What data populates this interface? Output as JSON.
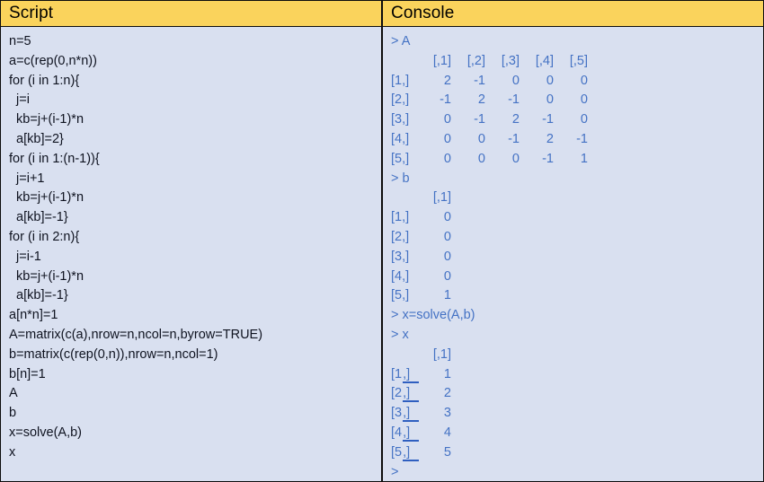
{
  "colors": {
    "header_bg": "#fad35c",
    "panel_bg": "#d9e0f0",
    "border": "#0d0d0d",
    "script_text": "#0f1320",
    "console_text": "#4472c4",
    "underline": "#2f5fc0"
  },
  "script_panel": {
    "title": "Script",
    "lines": [
      "n=5",
      "a=c(rep(0,n*n))",
      "for (i in 1:n){",
      "  j=i",
      "  kb=j+(i-1)*n",
      "  a[kb]=2}",
      "for (i in 1:(n-1)){",
      "  j=i+1",
      "  kb=j+(i-1)*n",
      "  a[kb]=-1}",
      "for (i in 2:n){",
      "  j=i-1",
      "  kb=j+(i-1)*n",
      "  a[kb]=-1}",
      "a[n*n]=1",
      "A=matrix(c(a),nrow=n,ncol=n,byrow=TRUE)",
      "b=matrix(c(rep(0,n)),nrow=n,ncol=1)",
      "b[n]=1",
      "A",
      "b",
      "x=solve(A,b)",
      "x"
    ]
  },
  "console_panel": {
    "title": "Console",
    "blocks": [
      {
        "kind": "prompt",
        "text": "> A"
      },
      {
        "kind": "matrix-header",
        "row_label": "",
        "cells": [
          "[,1]",
          "[,2]",
          "[,3]",
          "[,4]",
          "[,5]"
        ]
      },
      {
        "kind": "matrix-row",
        "row_label": "[1,]",
        "underline": false,
        "cells": [
          "2",
          "-1",
          "0",
          "0",
          "0"
        ]
      },
      {
        "kind": "matrix-row",
        "row_label": "[2,]",
        "underline": false,
        "cells": [
          "-1",
          "2",
          "-1",
          "0",
          "0"
        ]
      },
      {
        "kind": "matrix-row",
        "row_label": "[3,]",
        "underline": false,
        "cells": [
          "0",
          "-1",
          "2",
          "-1",
          "0"
        ]
      },
      {
        "kind": "matrix-row",
        "row_label": "[4,]",
        "underline": false,
        "cells": [
          "0",
          "0",
          "-1",
          "2",
          "-1"
        ]
      },
      {
        "kind": "matrix-row",
        "row_label": "[5,]",
        "underline": false,
        "cells": [
          "0",
          "0",
          "0",
          "-1",
          "1"
        ]
      },
      {
        "kind": "prompt",
        "text": "> b"
      },
      {
        "kind": "matrix-header",
        "row_label": "",
        "cells": [
          "[,1]"
        ]
      },
      {
        "kind": "matrix-row",
        "row_label": "[1,]",
        "underline": false,
        "cells": [
          "0"
        ]
      },
      {
        "kind": "matrix-row",
        "row_label": "[2,]",
        "underline": false,
        "cells": [
          "0"
        ]
      },
      {
        "kind": "matrix-row",
        "row_label": "[3,]",
        "underline": false,
        "cells": [
          "0"
        ]
      },
      {
        "kind": "matrix-row",
        "row_label": "[4,]",
        "underline": false,
        "cells": [
          "0"
        ]
      },
      {
        "kind": "matrix-row",
        "row_label": "[5,]",
        "underline": false,
        "cells": [
          "1"
        ]
      },
      {
        "kind": "prompt",
        "text": "> x=solve(A,b)"
      },
      {
        "kind": "prompt",
        "text": "> x"
      },
      {
        "kind": "matrix-header",
        "row_label": "",
        "cells": [
          "[,1]"
        ]
      },
      {
        "kind": "matrix-row",
        "row_label": "[1,]",
        "underline": true,
        "cells": [
          "1"
        ]
      },
      {
        "kind": "matrix-row",
        "row_label": "[2,]",
        "underline": true,
        "cells": [
          "2"
        ]
      },
      {
        "kind": "matrix-row",
        "row_label": "[3,]",
        "underline": true,
        "cells": [
          "3"
        ]
      },
      {
        "kind": "matrix-row",
        "row_label": "[4,]",
        "underline": true,
        "cells": [
          "4"
        ]
      },
      {
        "kind": "matrix-row",
        "row_label": "[5,]",
        "underline": true,
        "cells": [
          "5"
        ]
      },
      {
        "kind": "prompt",
        "text": ">"
      }
    ]
  }
}
